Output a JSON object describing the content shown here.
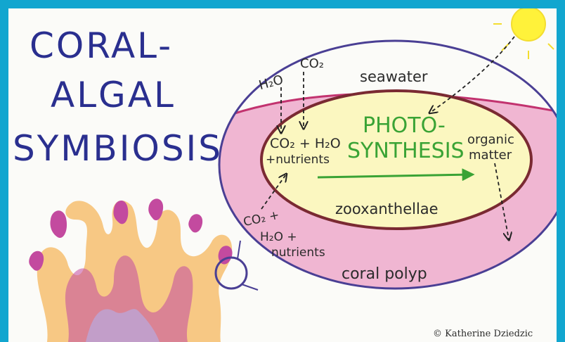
{
  "title": {
    "line1": "CORAL-",
    "line2": "ALGAL",
    "line3": "SYMBIOSIS"
  },
  "labels": {
    "seawater": "seawater",
    "co2_top": "CO₂",
    "h2o_top": "H₂O",
    "co2_h2o_nutrients_line1": "CO₂ + H₂O",
    "co2_h2o_nutrients_line2": "+nutrients",
    "photosynthesis_line1": "PHOTO-",
    "photosynthesis_line2": "SYNTHESIS",
    "organic_matter_line1": "organic",
    "organic_matter_line2": "matter",
    "zooxanthellae": "zooxanthellae",
    "outer_co2": "CO₂ +",
    "outer_h2o": "H₂O +",
    "outer_nutrients": "nutrients",
    "coral_polyp": "coral polyp"
  },
  "credit": "© Katherine Dziedzic",
  "colors": {
    "border": "#12a6cf",
    "title": "#2a2f8f",
    "photosynthesis": "#3aa335",
    "polyp_pink": "#f0b6d2",
    "algae_yellow": "#fbf7c0",
    "circle_outline": "#4a3f94",
    "algae_outline": "#7a2a32",
    "sun": "#fff23a"
  }
}
